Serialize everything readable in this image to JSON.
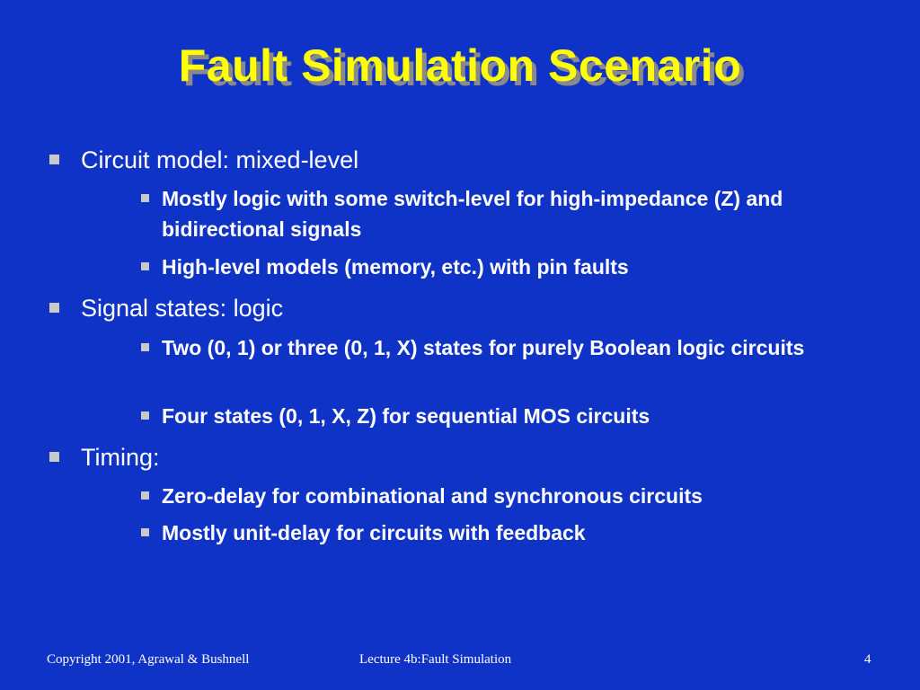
{
  "slide": {
    "title": "Fault Simulation Scenario",
    "sections": [
      {
        "heading": "Circuit model: mixed-level",
        "items": [
          "Mostly logic with some switch-level for high-impedance (Z) and bidirectional signals",
          "High-level models (memory, etc.) with pin faults"
        ]
      },
      {
        "heading": "Signal states: logic",
        "items": [
          "Two (0, 1) or three (0, 1, X) states for purely Boolean logic circuits",
          "Four states (0, 1, X, Z) for sequential MOS circuits"
        ]
      },
      {
        "heading": "Timing:",
        "items": [
          "Zero-delay for combinational and synchronous circuits",
          "Mostly unit-delay for circuits with feedback"
        ]
      }
    ],
    "footer": {
      "copyright": "Copyright 2001, Agrawal & Bushnell",
      "lecture": "Lecture 4b:Fault Simulation",
      "page_number": "4"
    }
  },
  "colors": {
    "background": "#0f33c7",
    "title": "#ffff00",
    "title_shadow": "#8a8a8a",
    "text": "#ffffff",
    "bullet": "#c9c9c9"
  }
}
